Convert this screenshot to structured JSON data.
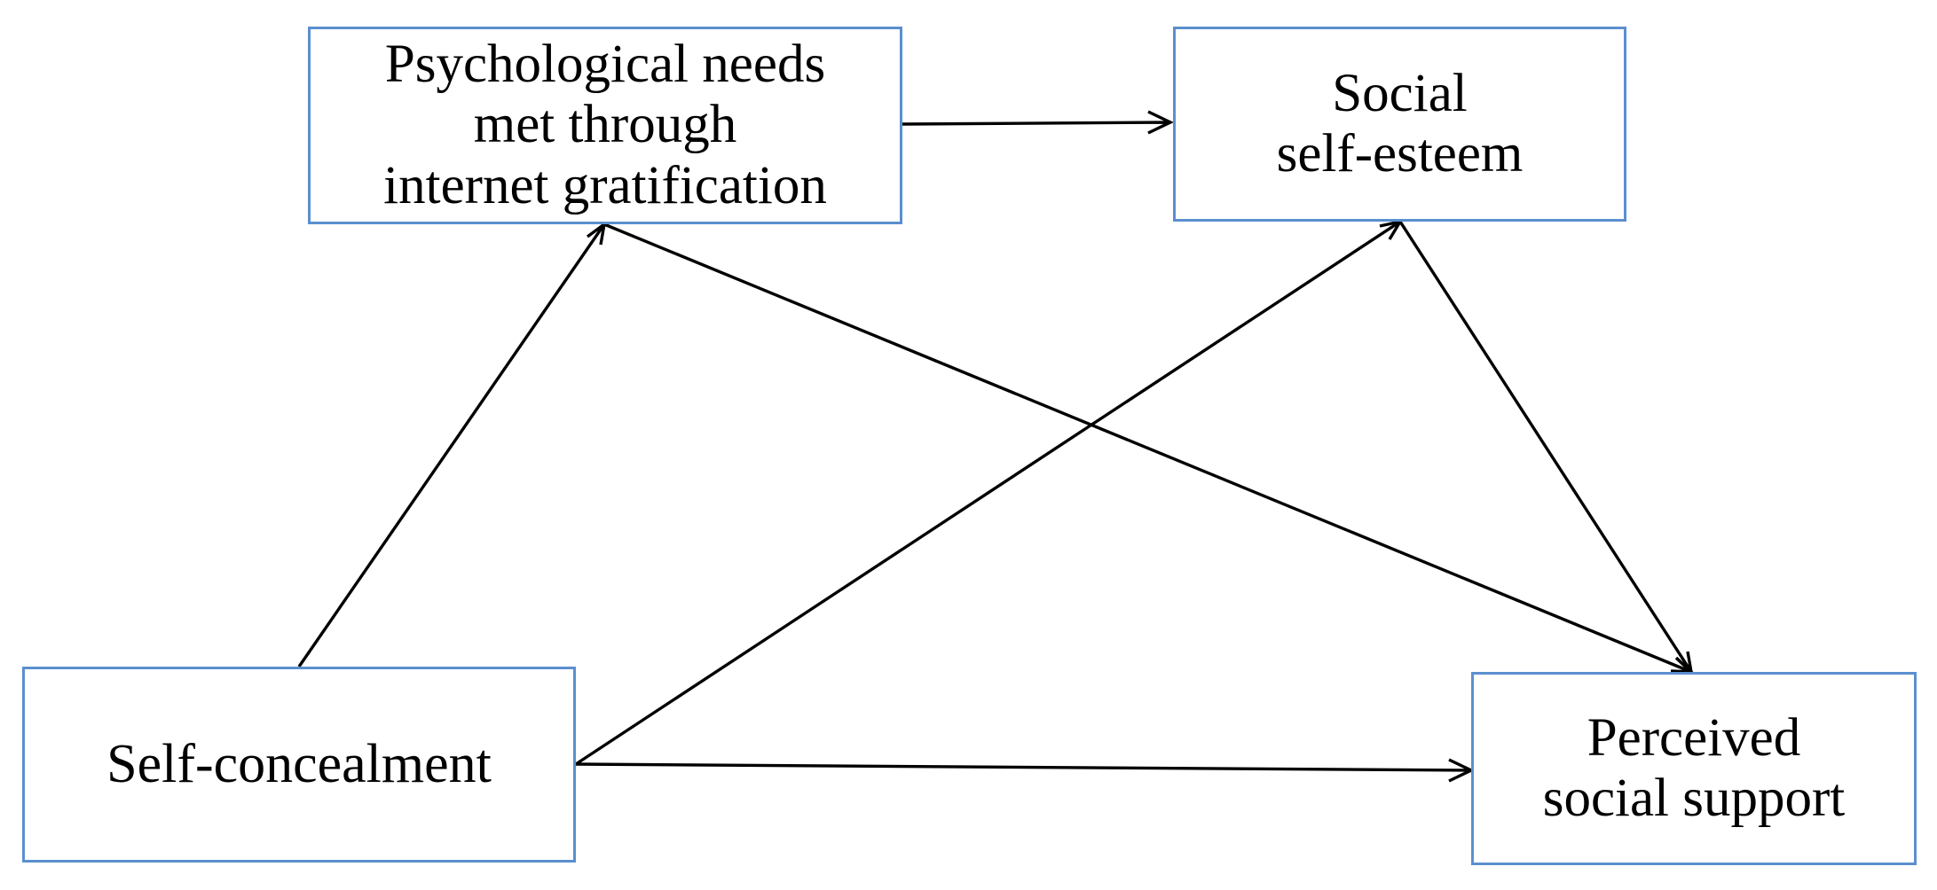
{
  "diagram": {
    "nodes": {
      "psychological_needs": {
        "lines": [
          "Psychological needs",
          "met through",
          "internet gratification"
        ]
      },
      "social_self_esteem": {
        "lines": [
          "Social",
          "self-esteem"
        ]
      },
      "self_concealment": {
        "lines": [
          "Self-concealment"
        ]
      },
      "perceived_social_support": {
        "lines": [
          "Perceived",
          "social support"
        ]
      }
    },
    "edges": [
      {
        "from": "psychological_needs",
        "to": "social_self_esteem"
      },
      {
        "from": "self_concealment",
        "to": "psychological_needs"
      },
      {
        "from": "psychological_needs",
        "to": "perceived_social_support"
      },
      {
        "from": "self_concealment",
        "to": "social_self_esteem"
      },
      {
        "from": "social_self_esteem",
        "to": "perceived_social_support"
      },
      {
        "from": "self_concealment",
        "to": "perceived_social_support"
      }
    ],
    "colors": {
      "box_border": "#5b8fcf",
      "arrow": "#000000",
      "text": "#000000",
      "background": "#ffffff"
    }
  }
}
